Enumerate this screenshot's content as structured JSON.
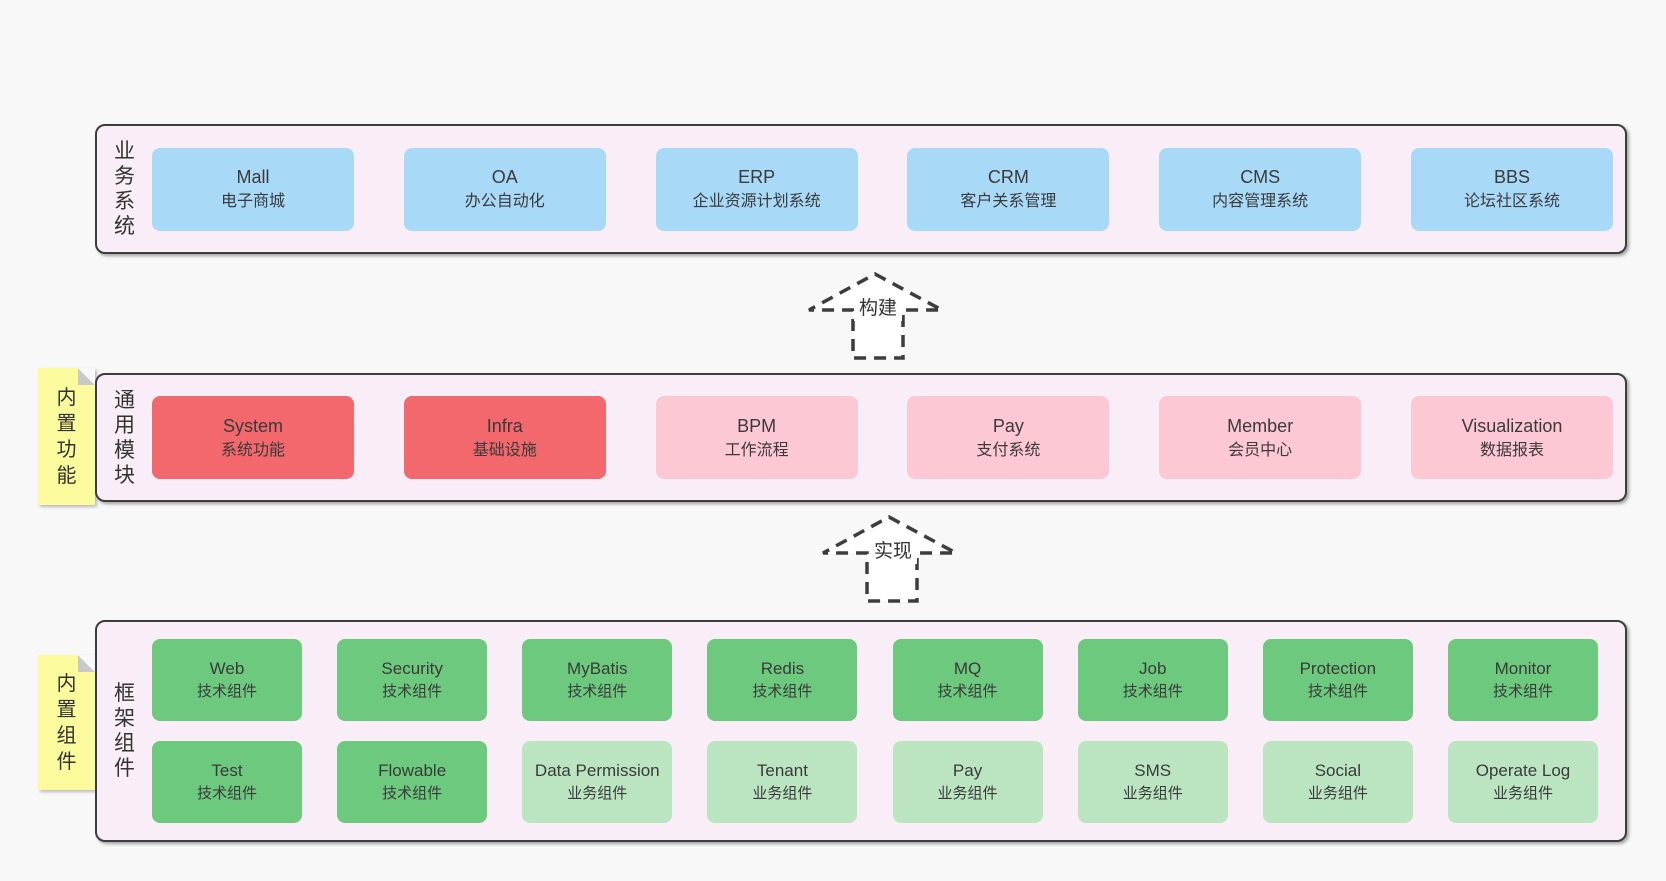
{
  "colors": {
    "page-bg": "#f8f8f8",
    "band-bg": "#f9eef7",
    "band-border": "#3d3d3d",
    "box-blue": "#a8daf8",
    "box-red": "#f2686c",
    "box-pink": "#fcc8d3",
    "box-green": "#6cc97d",
    "box-green-light": "#bbe5c1",
    "sticky-bg": "#fbfb9e",
    "sticky-fold": "#c9c9c9",
    "text": "#333333"
  },
  "bands": [
    {
      "label": "业务系统",
      "boxes": [
        {
          "title": "Mall",
          "subtitle": "电子商城"
        },
        {
          "title": "OA",
          "subtitle": "办公自动化"
        },
        {
          "title": "ERP",
          "subtitle": "企业资源计划系统"
        },
        {
          "title": "CRM",
          "subtitle": "客户关系管理"
        },
        {
          "title": "CMS",
          "subtitle": "内容管理系统"
        },
        {
          "title": "BBS",
          "subtitle": "论坛社区系统"
        }
      ]
    },
    {
      "label": "通用模块",
      "sticky": "内置功能",
      "boxes": [
        {
          "title": "System",
          "subtitle": "系统功能"
        },
        {
          "title": "Infra",
          "subtitle": "基础设施"
        },
        {
          "title": "BPM",
          "subtitle": "工作流程"
        },
        {
          "title": "Pay",
          "subtitle": "支付系统"
        },
        {
          "title": "Member",
          "subtitle": "会员中心"
        },
        {
          "title": "Visualization",
          "subtitle": "数据报表"
        }
      ]
    },
    {
      "label": "框架组件",
      "sticky": "内置组件",
      "boxes": [
        {
          "title": "Web",
          "subtitle": "技术组件"
        },
        {
          "title": "Security",
          "subtitle": "技术组件"
        },
        {
          "title": "MyBatis",
          "subtitle": "技术组件"
        },
        {
          "title": "Redis",
          "subtitle": "技术组件"
        },
        {
          "title": "MQ",
          "subtitle": "技术组件"
        },
        {
          "title": "Job",
          "subtitle": "技术组件"
        },
        {
          "title": "Protection",
          "subtitle": "技术组件"
        },
        {
          "title": "Monitor",
          "subtitle": "技术组件"
        },
        {
          "title": "Test",
          "subtitle": "技术组件"
        },
        {
          "title": "Flowable",
          "subtitle": "技术组件"
        },
        {
          "title": "Data Permission",
          "subtitle": "业务组件"
        },
        {
          "title": "Tenant",
          "subtitle": "业务组件"
        },
        {
          "title": "Pay",
          "subtitle": "业务组件"
        },
        {
          "title": "SMS",
          "subtitle": "业务组件"
        },
        {
          "title": "Social",
          "subtitle": "业务组件"
        },
        {
          "title": "Operate Log",
          "subtitle": "业务组件"
        }
      ]
    }
  ],
  "arrows": [
    {
      "label": "构建"
    },
    {
      "label": "实现"
    }
  ]
}
